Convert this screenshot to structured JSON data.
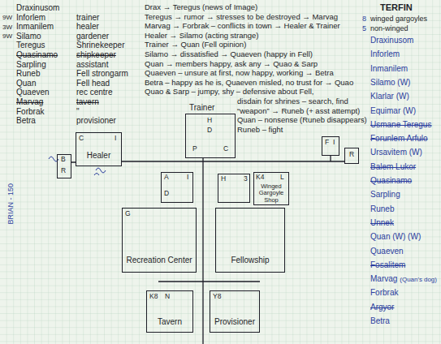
{
  "diagram": {
    "nodes": [
      {
        "text": [
          "C",
          "I",
          "Healer"
        ]
      },
      {
        "text": [
          "B",
          "R"
        ]
      },
      {
        "text": [
          "Trainer",
          "H",
          "D",
          "P",
          "C"
        ]
      },
      {
        "text": [
          "F",
          "I"
        ]
      },
      {
        "text": [
          "R"
        ]
      },
      {
        "text": [
          "A",
          "I",
          "D"
        ]
      },
      {
        "text": [
          "H",
          "3"
        ]
      },
      {
        "text": [
          "K4",
          "L",
          "Winged Gargoyle Shop"
        ]
      },
      {
        "text": [
          "G",
          "Recreation Center"
        ]
      },
      {
        "text": [
          "Fellowship"
        ]
      },
      {
        "text": [
          "K8",
          "N",
          "Tavern"
        ]
      },
      {
        "text": [
          "Y8",
          "Provisioner"
        ]
      }
    ],
    "labels": [
      "Draxinusom",
      "Inforlem",
      "trainer",
      "Inmanilem",
      "healer",
      "Silamo",
      "gardener",
      "Teregus",
      "Shrinekeeper",
      "Quasinamo",
      "shipkeeper",
      "Sarpling",
      "assistant",
      "Runeb",
      "Fell strongarm",
      "Quan",
      "Fell head",
      "Quaeven",
      "rec centre",
      "Marvag",
      "tavern",
      "Forbrak",
      "\"",
      "Betra",
      "provisioner",
      "9W",
      "3W",
      "9W",
      "Drax → Teregus (news of Image)",
      "Teregus → rumor → stresses to be destroyed → Marvag",
      "Marvag → Forbrak – conflicts in town → Healer & Trainer",
      "Healer → Silamo (acting strange)",
      "Trainer → Quan (Fell opinion)",
      "Silamo → dissatisfied → Quaeven (happy in Fell)",
      "Quan → members happy, ask any → Quao & Sarp",
      "Quaeven – unsure at first, now happy, working → Betra",
      "Betra – happy as he is, Quaeven misled, no trust for → Quao",
      "Quao & Sarp – jumpy, shy – defensive about Fell,",
      "disdain for shrines – search, find",
      "“weapon” → Runeb (+ asst attempt)",
      "Quan – nonsense (Runeb disappears)",
      "Runeb – fight",
      "TERFIN",
      "8",
      "winged gargoyles",
      "5",
      "non-winged",
      "Draxinusom",
      "Inforlem",
      "Inmanilem",
      "Silamo (W)",
      "Klarlar (W)",
      "Equimar (W)",
      "Usmane Teregus",
      "Forunlem Arfulo",
      "Ursavitem (W)",
      "Balem Lukor",
      "Quasinamo",
      "Sarpling",
      "Runeb",
      "Unnek",
      "Quan (W) (W)",
      "Quaeven",
      "Fosalitem",
      "Marvag",
      "Forbrak",
      "Argyor",
      "Betra",
      "(Quan's dog)",
      "BRIAN - 150"
    ]
  }
}
